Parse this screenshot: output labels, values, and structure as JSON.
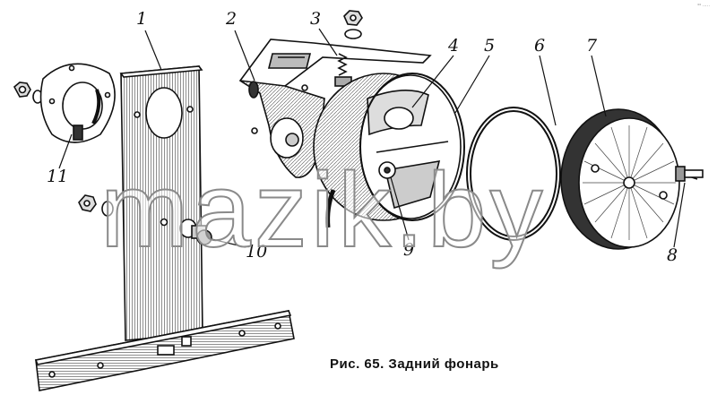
{
  "figure": {
    "caption": "Рис. 65. Задний фонарь",
    "callouts": {
      "c1": "1",
      "c2": "2",
      "c3": "3",
      "c4": "4",
      "c5": "5",
      "c6": "6",
      "c7": "7",
      "c8": "8",
      "c9": "9",
      "c10": "10",
      "c11": "11"
    },
    "watermark": "mazik.by",
    "corner_mark": "°° ·····"
  },
  "colors": {
    "ink": "#111111",
    "paper": "#ffffff",
    "watermark_outline": "#8a8a8a"
  },
  "icons": [
    "exploded-assembly-drawing"
  ]
}
